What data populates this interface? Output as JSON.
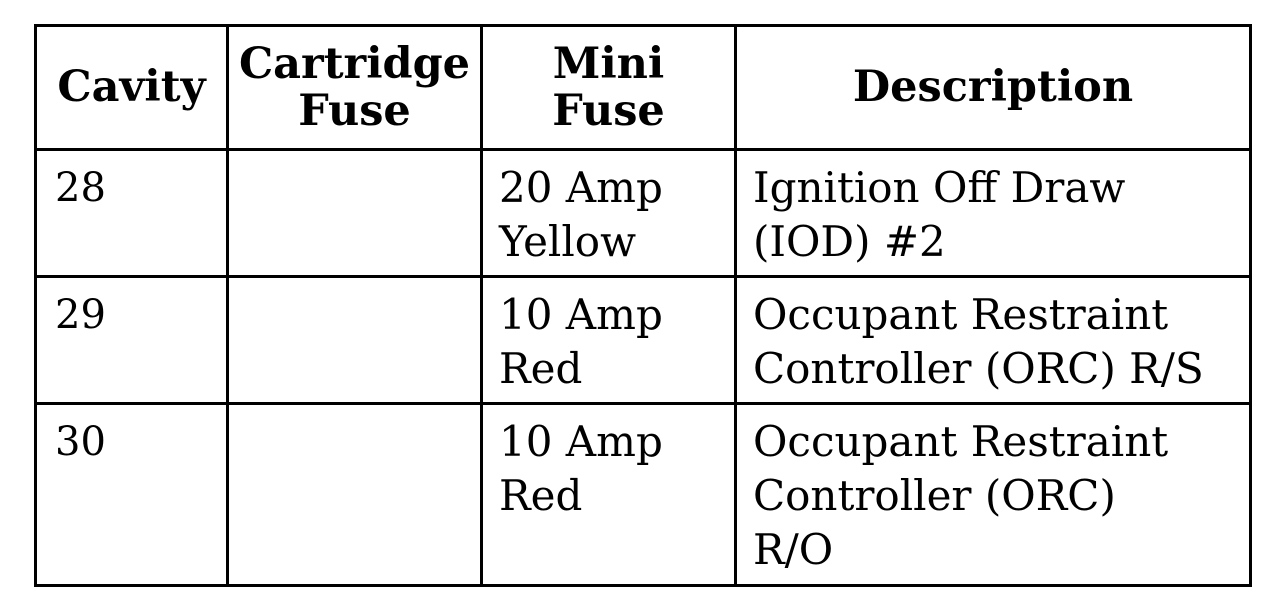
{
  "table": {
    "headers": [
      [
        "Cavity"
      ],
      [
        "Cartridge",
        "Fuse"
      ],
      [
        "Mini",
        "Fuse"
      ],
      [
        "Description"
      ]
    ],
    "rows": [
      {
        "cavity": "28",
        "cartridge_fuse": "",
        "mini_fuse": [
          "20 Amp",
          "Yellow"
        ],
        "description": [
          "Ignition Off Draw",
          "(IOD) #2"
        ]
      },
      {
        "cavity": "29",
        "cartridge_fuse": "",
        "mini_fuse": [
          "10 Amp",
          "Red"
        ],
        "description": [
          "Occupant Restraint",
          "Controller (ORC) R/S"
        ]
      },
      {
        "cavity": "30",
        "cartridge_fuse": "",
        "mini_fuse": [
          "10 Amp",
          "Red"
        ],
        "description": [
          "Occupant Restraint",
          "Controller (ORC)",
          "R/O"
        ]
      }
    ]
  }
}
